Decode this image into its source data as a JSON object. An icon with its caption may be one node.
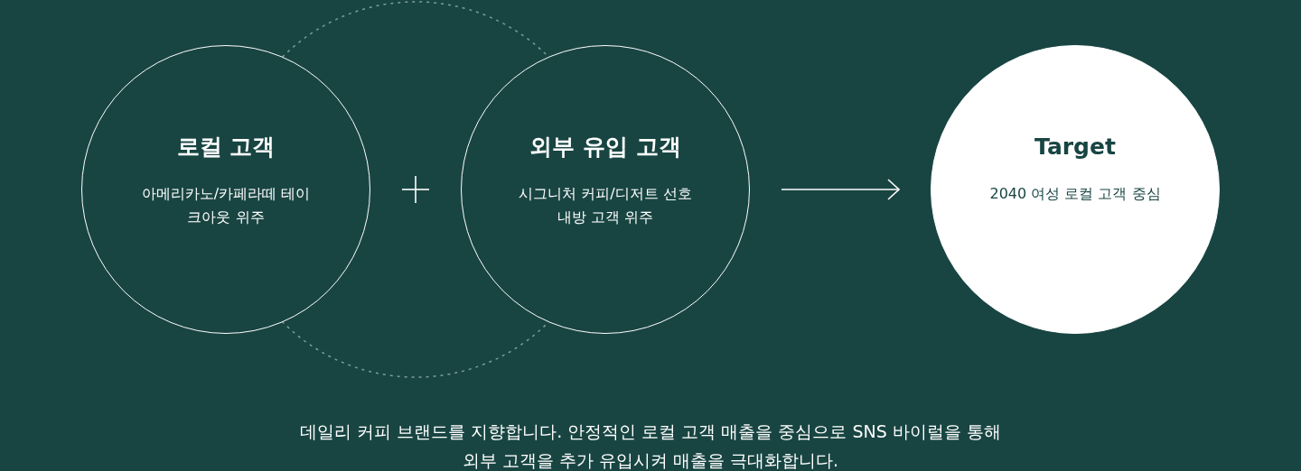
{
  "diagram": {
    "caption": "데일리 커피 브랜드를 지향합니다. 안정적인 로컬 고객 매출을 중심으로 SNS 바이럴을 통해 외부 고객을 추가 유입시켜 매출을 극대화합니다.",
    "nodes": [
      {
        "text": [
          "로컬 고객",
          "아메리카노/카페라떼 테이크아웃 위주"
        ]
      },
      {
        "text": [
          "외부 유입 고객",
          "시그니처 커피/디저트 선호 내방 고객 위주"
        ]
      },
      {
        "text": [
          "Target",
          "2040 여성 로컬 고객 중심"
        ]
      }
    ],
    "edges": [
      {
        "from": 1,
        "to": 2,
        "arrow": "to"
      }
    ]
  }
}
